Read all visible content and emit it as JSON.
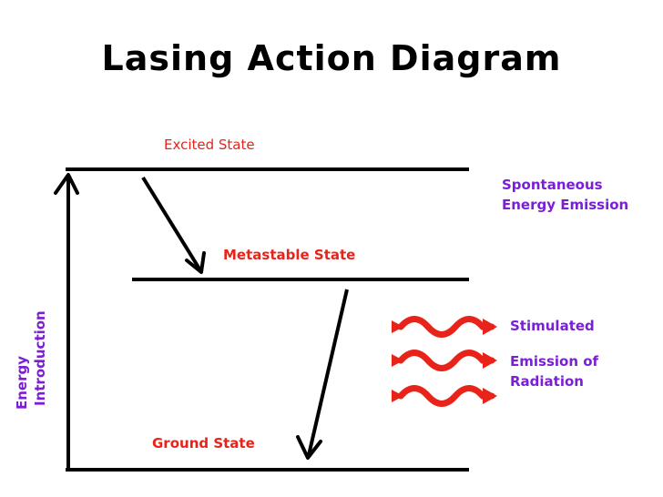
{
  "title": "Lasing Action Diagram",
  "labels": {
    "excited_state": "Excited State",
    "metastable_state": "Metastable State",
    "ground_state": "Ground State",
    "spontaneous_line1": "Spontaneous",
    "spontaneous_line2": "Energy Emission",
    "stimulated_line1": "Stimulated",
    "stimulated_line2": "Emission of",
    "stimulated_line3": "Radiation",
    "energy_line1": "Energy",
    "energy_line2": "Introduction"
  },
  "colors": {
    "level_lines": "#000000",
    "state_labels": "#e8231a",
    "annotations": "#7a1fd6",
    "waves": "#e8231a"
  }
}
